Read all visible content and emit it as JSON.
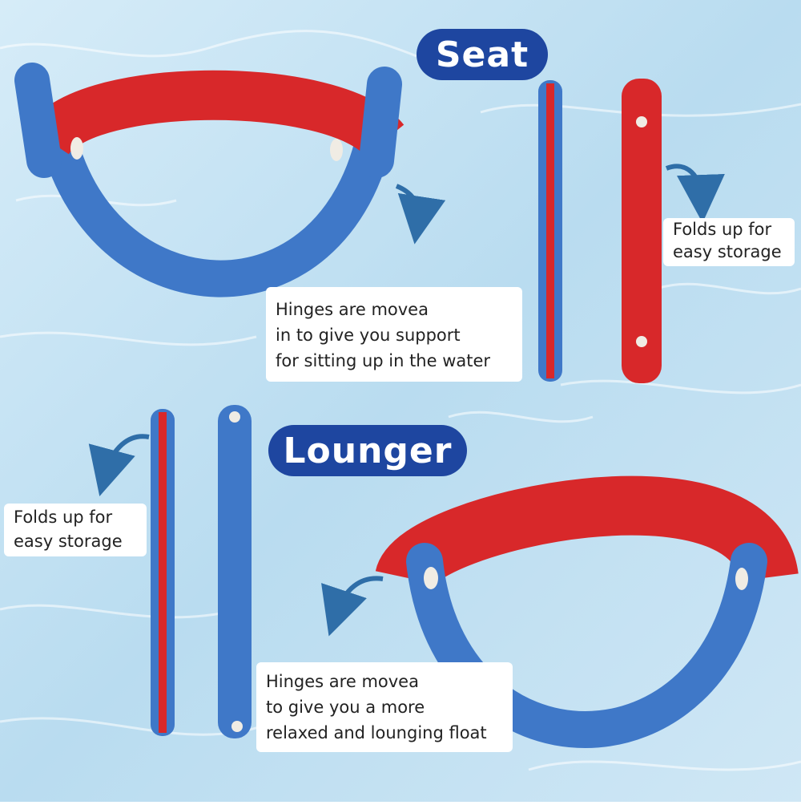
{
  "labels": {
    "seat": "Seat",
    "lounger": "Lounger"
  },
  "captions": {
    "seat_hinge": [
      "Hinges are movea",
      "in to give you support",
      "for sitting up in the water"
    ],
    "seat_fold": [
      "Folds up for",
      "easy storage"
    ],
    "lounger_fold": [
      "Folds up for",
      "easy storage"
    ],
    "lounger_hinge": [
      "Hinges are movea",
      "to give you a more",
      "relaxed and lounging float"
    ]
  },
  "colors": {
    "water": "#bfe0f2",
    "foam_red": "#d8282a",
    "foam_blue": "#3f78c8",
    "badge": "#1e46a0",
    "arrow": "#2f6ea8"
  }
}
